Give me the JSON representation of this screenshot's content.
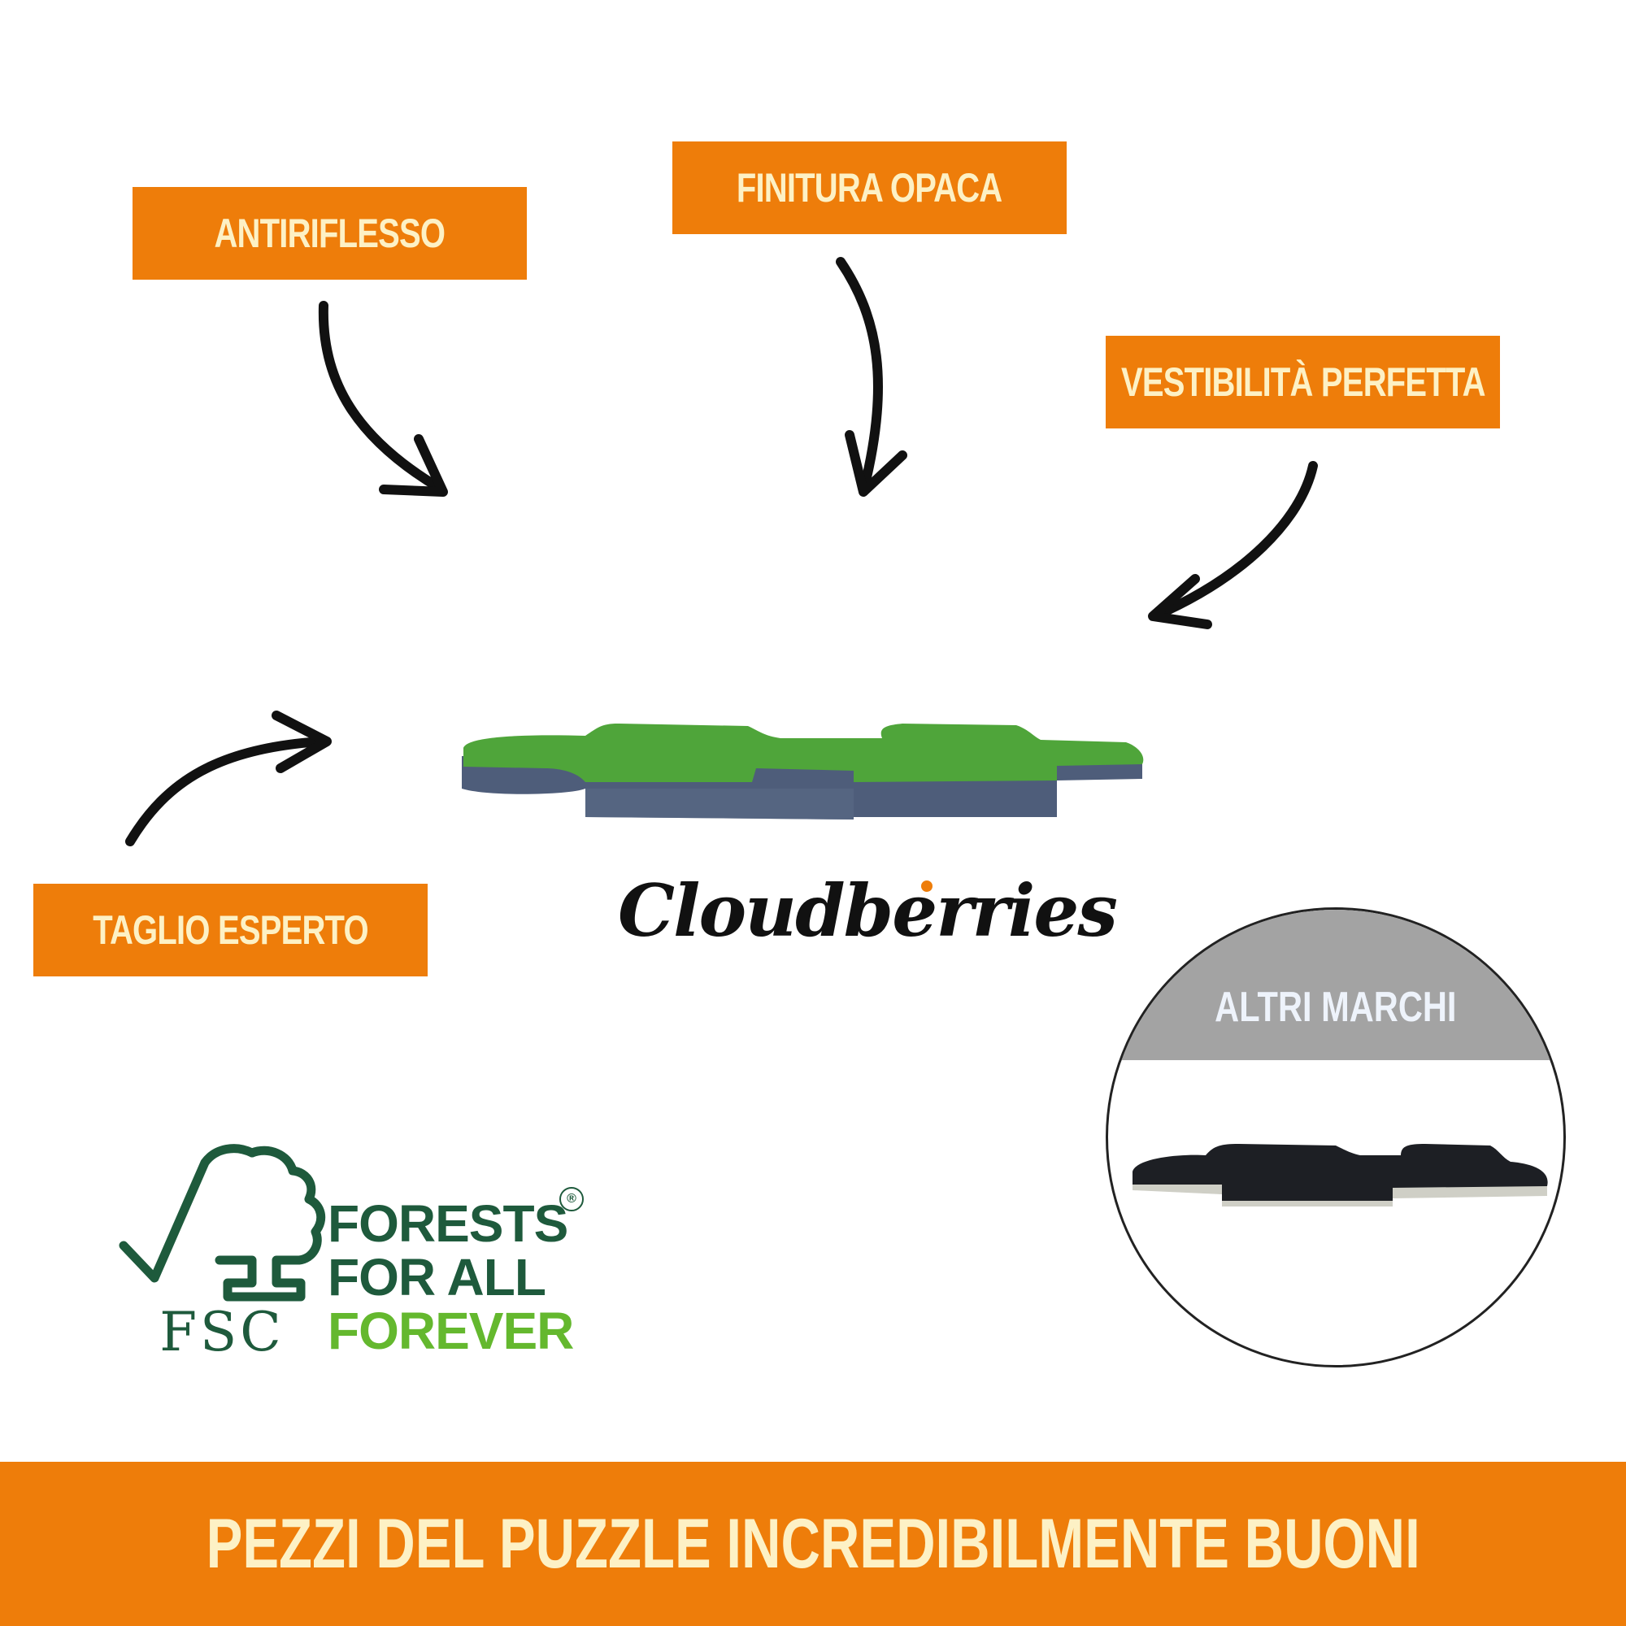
{
  "callouts": {
    "antiriflesso": "ANTIRIFLESSO",
    "finitura": "FINITURA OPACA",
    "vestibilita": "VESTIBILITÀ PERFETTA",
    "taglio": "TAGLIO ESPERTO"
  },
  "brand": {
    "name": "Cloudberries"
  },
  "comparison": {
    "label": "ALTRI MARCHI"
  },
  "fsc": {
    "line1": "FORESTS",
    "line2": "FOR ALL",
    "line3": "FOREVER",
    "acronym": "FSC",
    "registered": "®"
  },
  "footer": {
    "title": "PEZZI DEL PUZZLE INCREDIBILMENTE BUONI"
  },
  "colors": {
    "accent": "#ee7d0a",
    "label_text": "#fdf1c5",
    "fsc_dark_green": "#1e5a3c",
    "fsc_light_green": "#64b82e",
    "puzzle_top": "#4fa53a",
    "puzzle_side": "#4e5d7a"
  }
}
